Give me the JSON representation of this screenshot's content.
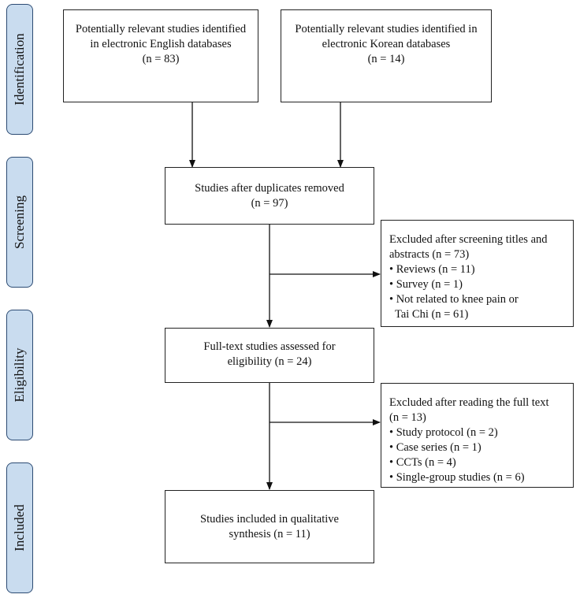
{
  "phases": {
    "identification": "Identification",
    "screening": "Screening",
    "eligibility": "Eligibility",
    "included": "Included"
  },
  "boxes": {
    "english_db": {
      "lines": [
        "Potentially relevant studies identified",
        "in electronic English databases",
        "(n = 83)"
      ]
    },
    "korean_db": {
      "lines": [
        "Potentially relevant studies identified in",
        "electronic Korean databases",
        "(n = 14)"
      ]
    },
    "duplicates_removed": {
      "lines": [
        "Studies after duplicates removed",
        "(n = 97)"
      ]
    },
    "excluded_screening": {
      "heading": [
        "Excluded after screening titles and",
        "abstracts (n = 73)"
      ],
      "items": [
        "Reviews (n = 11)",
        "Survey (n = 1)",
        "Not related to knee pain or"
      ],
      "continuation": "Tai Chi (n = 61)"
    },
    "full_text_assessed": {
      "lines": [
        "Full-text studies assessed for",
        "eligibility (n = 24)"
      ]
    },
    "excluded_full_text": {
      "heading": [
        "Excluded after reading the full text",
        "(n = 13)"
      ],
      "items": [
        "Study protocol (n = 2)",
        "Case series (n = 1)",
        "CCTs (n = 4)",
        "Single-group studies (n = 6)"
      ]
    },
    "included_synthesis": {
      "lines": [
        "Studies included in qualitative",
        "synthesis (n = 11)"
      ]
    }
  }
}
